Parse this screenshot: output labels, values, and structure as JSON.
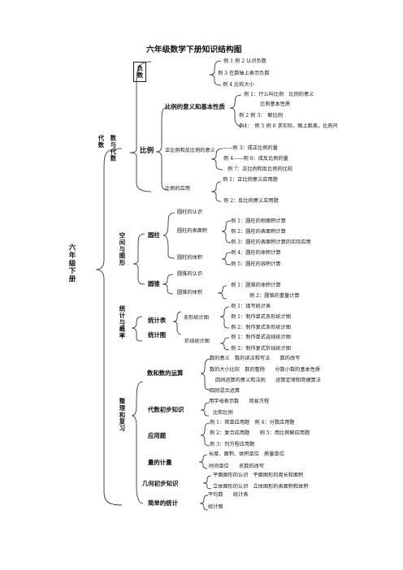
{
  "title": "六年级数学下册知识结构图",
  "root": "六年级下册",
  "sections": {
    "shu_yu_dai_shu": {
      "label_a": "数与代数",
      "label_b": "代数"
    },
    "kongjian": "空间与图形",
    "tongji": "统计与概率",
    "zhengli": "整理和复习"
  },
  "fushu": {
    "label": "负数",
    "items": [
      "例 1 例 2 认识负数",
      "例 3 在数轴上表示负数",
      "例 4 比较大小"
    ]
  },
  "bili": {
    "label": "比例",
    "sub1": {
      "label": "比例的意义和基本性质",
      "items": [
        "例 1：什么叫比例　比例的意义",
        "比例基本性质",
        "例 2 例 3：　解比例",
        "例4：　例 5 例 6 求实际、图上距离，比例尺"
      ]
    },
    "sub2": {
      "label": "正比例和反比例的意义",
      "items": [
        "——例 3：成正比例的量",
        "例 4——例 6：成反比例的量",
        "例 7：正比例和反比例的比较"
      ]
    },
    "sub3": {
      "label": "比例的应用",
      "items": [
        "例 1：正比例意义应用题",
        "例 2：反比例意义应用题"
      ]
    }
  },
  "yuanzhu": {
    "label": "圆柱",
    "sub1": {
      "label": "圆柱的认识"
    },
    "sub2": {
      "label": "圆柱的表面积",
      "items": [
        "例 1：圆柱的侧面积计算",
        "例 2：圆柱的表面积计算",
        "例 3：圆柱的表面积计算的实际应用"
      ]
    },
    "sub3": {
      "label": "圆柱的体积",
      "items": [
        "例 4：圆柱的体积计算",
        "例 5：圆柱的容积计算"
      ]
    }
  },
  "yuanzhui": {
    "label": "圆锥",
    "sub1": {
      "label": "圆锥的认识"
    },
    "sub2": {
      "label": "圆锥的体积",
      "items": [
        "例 1：圆锥的体积计算",
        "例 2：圆锥的重量计算"
      ]
    }
  },
  "tongjibiao": {
    "label": "统计表",
    "sub": "条形统计图",
    "items": [
      "例 1：填写统计表",
      "例 1：制作单式条形统计图",
      "例 2：制作复式条形统计图"
    ]
  },
  "tongjitu": {
    "label": "统计图",
    "sub": "折线统计图",
    "items": [
      "例 1：制作单式这线统计图",
      "例 2：制作复式折线统计图"
    ]
  },
  "review": {
    "shu": {
      "label": "数和数的运算",
      "items": [
        "数的意义　数的读法和写法　　数的改写",
        "数的大小比较　数的整除　　分数小数的基本性质",
        "四则运算的意义和法则　　运算定律和简便算法",
        "四则混合运算"
      ]
    },
    "daishu": {
      "label": "代数初步知识",
      "items": [
        "用字母表示数　　简易方程",
        "比和比例"
      ]
    },
    "yingyong": {
      "label": "应用题",
      "items": [
        "例 1：简单应用题　例 4：分数应用题",
        "例 2：复合应用题　　例 5：用比例解应用题",
        "例 3：列方程应用题"
      ]
    },
    "liang": {
      "label": "量的计量",
      "items": [
        "长度、面积、体积单位　质量单位",
        "时间单位　　名数的改写"
      ]
    },
    "jihe": {
      "label": "几何初步知识",
      "items": [
        "平面图形的认识　平面图形的周长和面积",
        "立体图形的认识　立体图形的表面积和体积"
      ]
    },
    "tongji": {
      "label": "简单的统计",
      "items": [
        "平均数　　统计表",
        "统计图"
      ]
    }
  }
}
